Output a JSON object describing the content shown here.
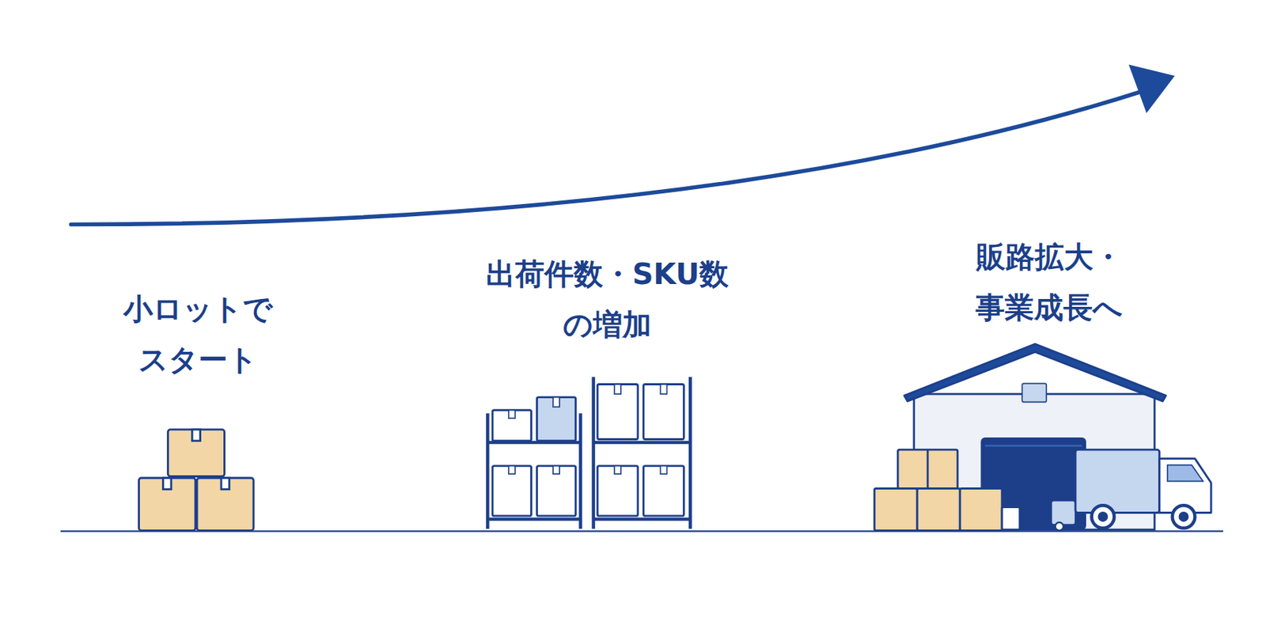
{
  "diagram": {
    "labels": [
      "小ロットで スタート",
      "出荷件数・SKU数 の増加",
      "販路拡大・ 事業成長へ"
    ]
  }
}
